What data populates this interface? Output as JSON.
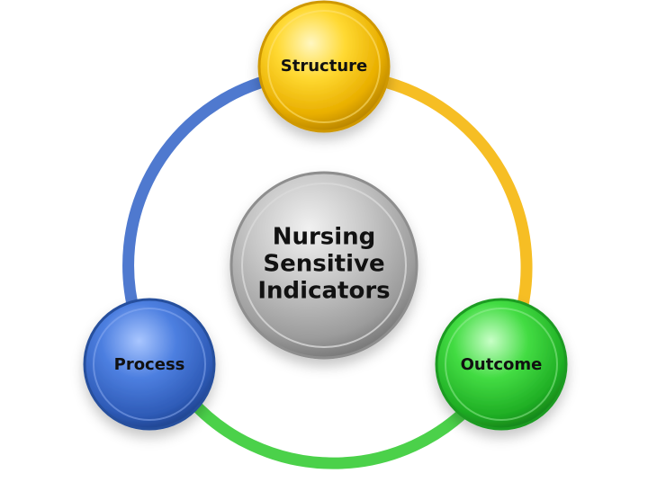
{
  "diagram": {
    "center": {
      "lines": [
        "Nursing",
        "Sensitive",
        "Indicators"
      ]
    },
    "nodes": {
      "structure": {
        "label": "Structure"
      },
      "process": {
        "label": "Process"
      },
      "outcome": {
        "label": "Outcome"
      }
    }
  },
  "colors": {
    "structure": "#f5c518",
    "process": "#3f6fcf",
    "outcome": "#35cf3a",
    "center": "#b9b9b9",
    "ring_structure_outcome": "#f6be24",
    "ring_outcome_process": "#4bd14a",
    "ring_process_structure": "#4f79cf"
  }
}
